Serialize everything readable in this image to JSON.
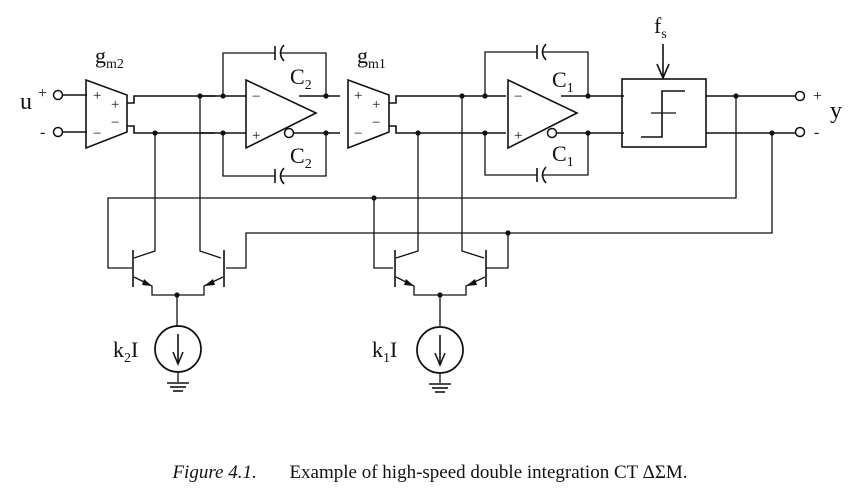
{
  "figure": {
    "caption_label": "Figure 4.1.",
    "caption_text": "Example of high-speed double integration CT ΔΣM."
  },
  "labels": {
    "input": "u",
    "input_plus": "+",
    "input_minus": "-",
    "output": "y",
    "output_plus": "+",
    "output_minus": "-",
    "gm2_main": "g",
    "gm2_sub": "m2",
    "gm1_main": "g",
    "gm1_sub": "m1",
    "c2_top_main": "C",
    "c2_top_sub": "2",
    "c2_bot_main": "C",
    "c2_bot_sub": "2",
    "c1_top_main": "C",
    "c1_top_sub": "1",
    "c1_bot_main": "C",
    "c1_bot_sub": "1",
    "fs_main": "f",
    "fs_sub": "s",
    "k2_main": "k",
    "k2_sub": "2",
    "k2_tail": "I",
    "k1_main": "k",
    "k1_sub": "1",
    "k1_tail": "I",
    "plus": "+",
    "minus": "−"
  }
}
